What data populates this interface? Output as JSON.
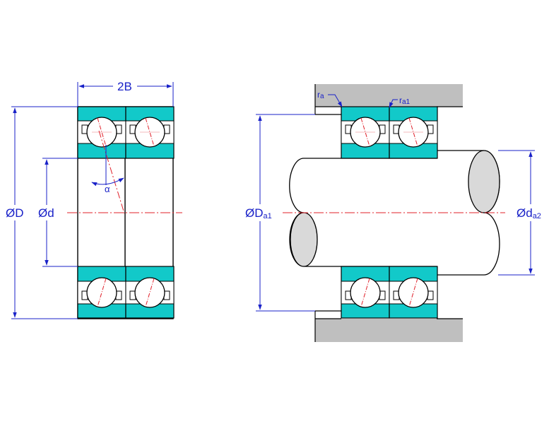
{
  "colors": {
    "ring": "#12c9c9",
    "outline": "#000000",
    "dimension": "#1a22c8",
    "centerline": "#e0202a",
    "housing": "#bfbfbf",
    "shaft_end": "#d9d9d9",
    "ball": "#ffffff"
  },
  "labels": {
    "width": "2B",
    "outer_diameter": "ØD",
    "bore_diameter": "Ød",
    "contact_angle": "α",
    "housing_diameter_main": "ØD",
    "housing_diameter_sub": "a1",
    "shaft_diameter_main": "Ød",
    "shaft_diameter_sub": "a2",
    "fillet_ra_main": "r",
    "fillet_ra_sub": "a",
    "fillet_ra1_main": "r",
    "fillet_ra1_sub": "a1"
  }
}
